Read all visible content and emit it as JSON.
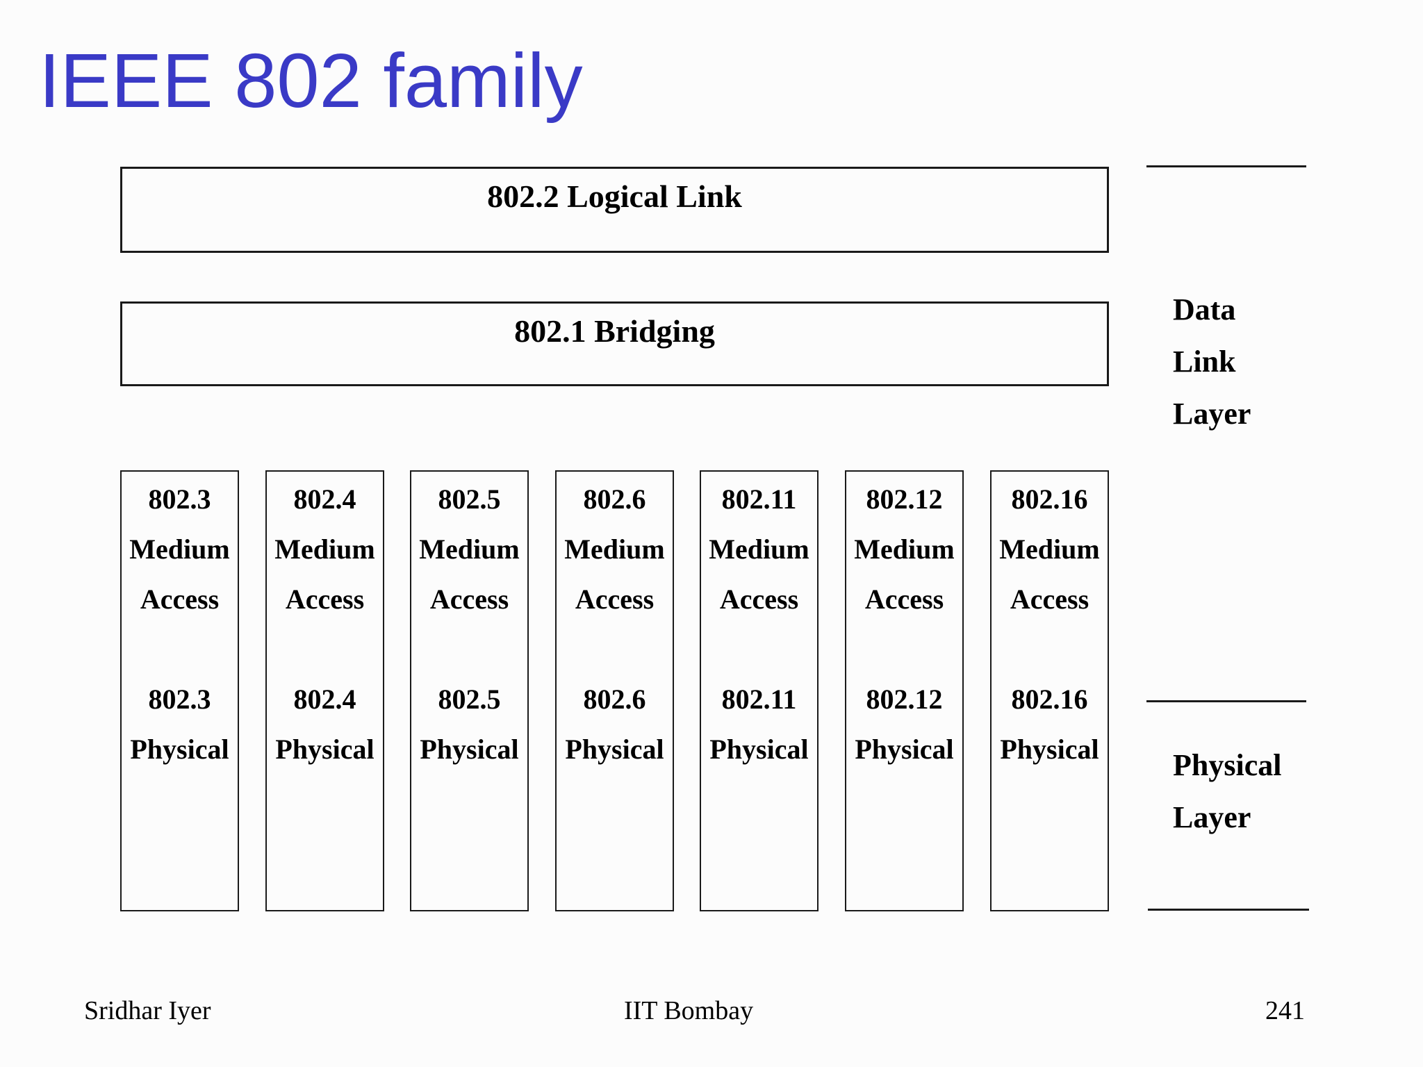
{
  "slide": {
    "title": "IEEE 802 family",
    "footer": {
      "author": "Sridhar Iyer",
      "institute": "IIT Bombay",
      "page": "241"
    }
  },
  "diagram": {
    "llc_box": "802.2 Logical Link",
    "bridging_box": "802.1 Bridging",
    "columns": [
      {
        "lines": [
          "802.3",
          "Medium",
          "Access",
          "802.3",
          "Physical"
        ]
      },
      {
        "lines": [
          "802.4",
          "Medium",
          "Access",
          "802.4",
          "Physical"
        ]
      },
      {
        "lines": [
          "802.5",
          "Medium",
          "Access",
          "802.5",
          "Physical"
        ]
      },
      {
        "lines": [
          "802.6",
          "Medium",
          "Access",
          "802.6",
          "Physical"
        ]
      },
      {
        "lines": [
          "802.11",
          "Medium",
          "Access",
          "802.11",
          "Physical"
        ]
      },
      {
        "lines": [
          "802.12",
          "Medium",
          "Access",
          "802.12",
          "Physical"
        ]
      },
      {
        "lines": [
          "802.16",
          "Medium",
          "Access",
          "802.16",
          "Physical"
        ]
      }
    ],
    "right_labels": {
      "data_link": [
        "Data",
        "Link",
        "Layer"
      ],
      "physical": [
        "Physical",
        "Layer"
      ]
    }
  },
  "colors": {
    "title": "#3a3ac6",
    "text": "#000000",
    "line": "#1a1a1a",
    "background": "#fcfcfc"
  }
}
